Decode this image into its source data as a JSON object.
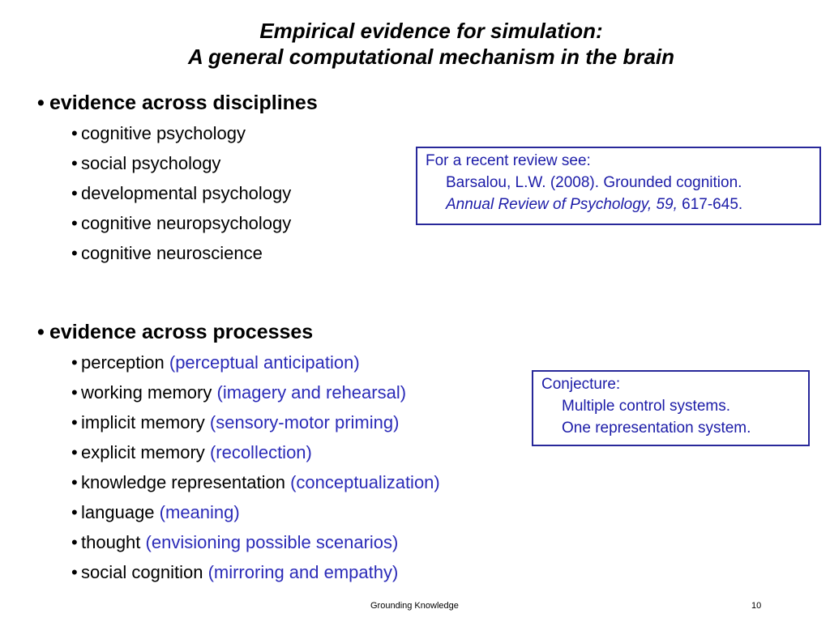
{
  "title": {
    "line1": "Empirical evidence for simulation:",
    "line2": "A general computational mechanism in the brain"
  },
  "bullet_char": "•",
  "disciplines": {
    "heading": "evidence across disciplines",
    "items": [
      "cognitive psychology",
      "social psychology",
      "developmental psychology",
      "cognitive neuropsychology",
      "cognitive neuroscience"
    ]
  },
  "processes": {
    "heading": "evidence across processes",
    "items": [
      {
        "label": "perception",
        "note": "(perceptual anticipation)"
      },
      {
        "label": "working memory",
        "note": "(imagery and rehearsal)"
      },
      {
        "label": "implicit memory",
        "note": "(sensory-motor priming)"
      },
      {
        "label": "explicit memory",
        "note": "(recollection)"
      },
      {
        "label": "knowledge representation",
        "note": "(conceptualization)"
      },
      {
        "label": "language",
        "note": "(meaning)"
      },
      {
        "label": "thought",
        "note": "(envisioning possible scenarios)"
      },
      {
        "label": "social cognition",
        "note": "(mirroring and empathy)"
      }
    ]
  },
  "review_box": {
    "line1": "For a recent review see:",
    "line2": "Barsalou, L.W. (2008). Grounded cognition.",
    "journal": "Annual Review of Psychology, 59,",
    "pages": " 617-645."
  },
  "conjecture_box": {
    "line1": "Conjecture:",
    "line2": "Multiple control systems.",
    "line3": "One representation system."
  },
  "footer": {
    "center": "Grounding Knowledge",
    "page_number": "10"
  },
  "colors": {
    "note_text": "#2b2bb8",
    "box_border": "#28289a",
    "box_text": "#1c1ca8"
  }
}
